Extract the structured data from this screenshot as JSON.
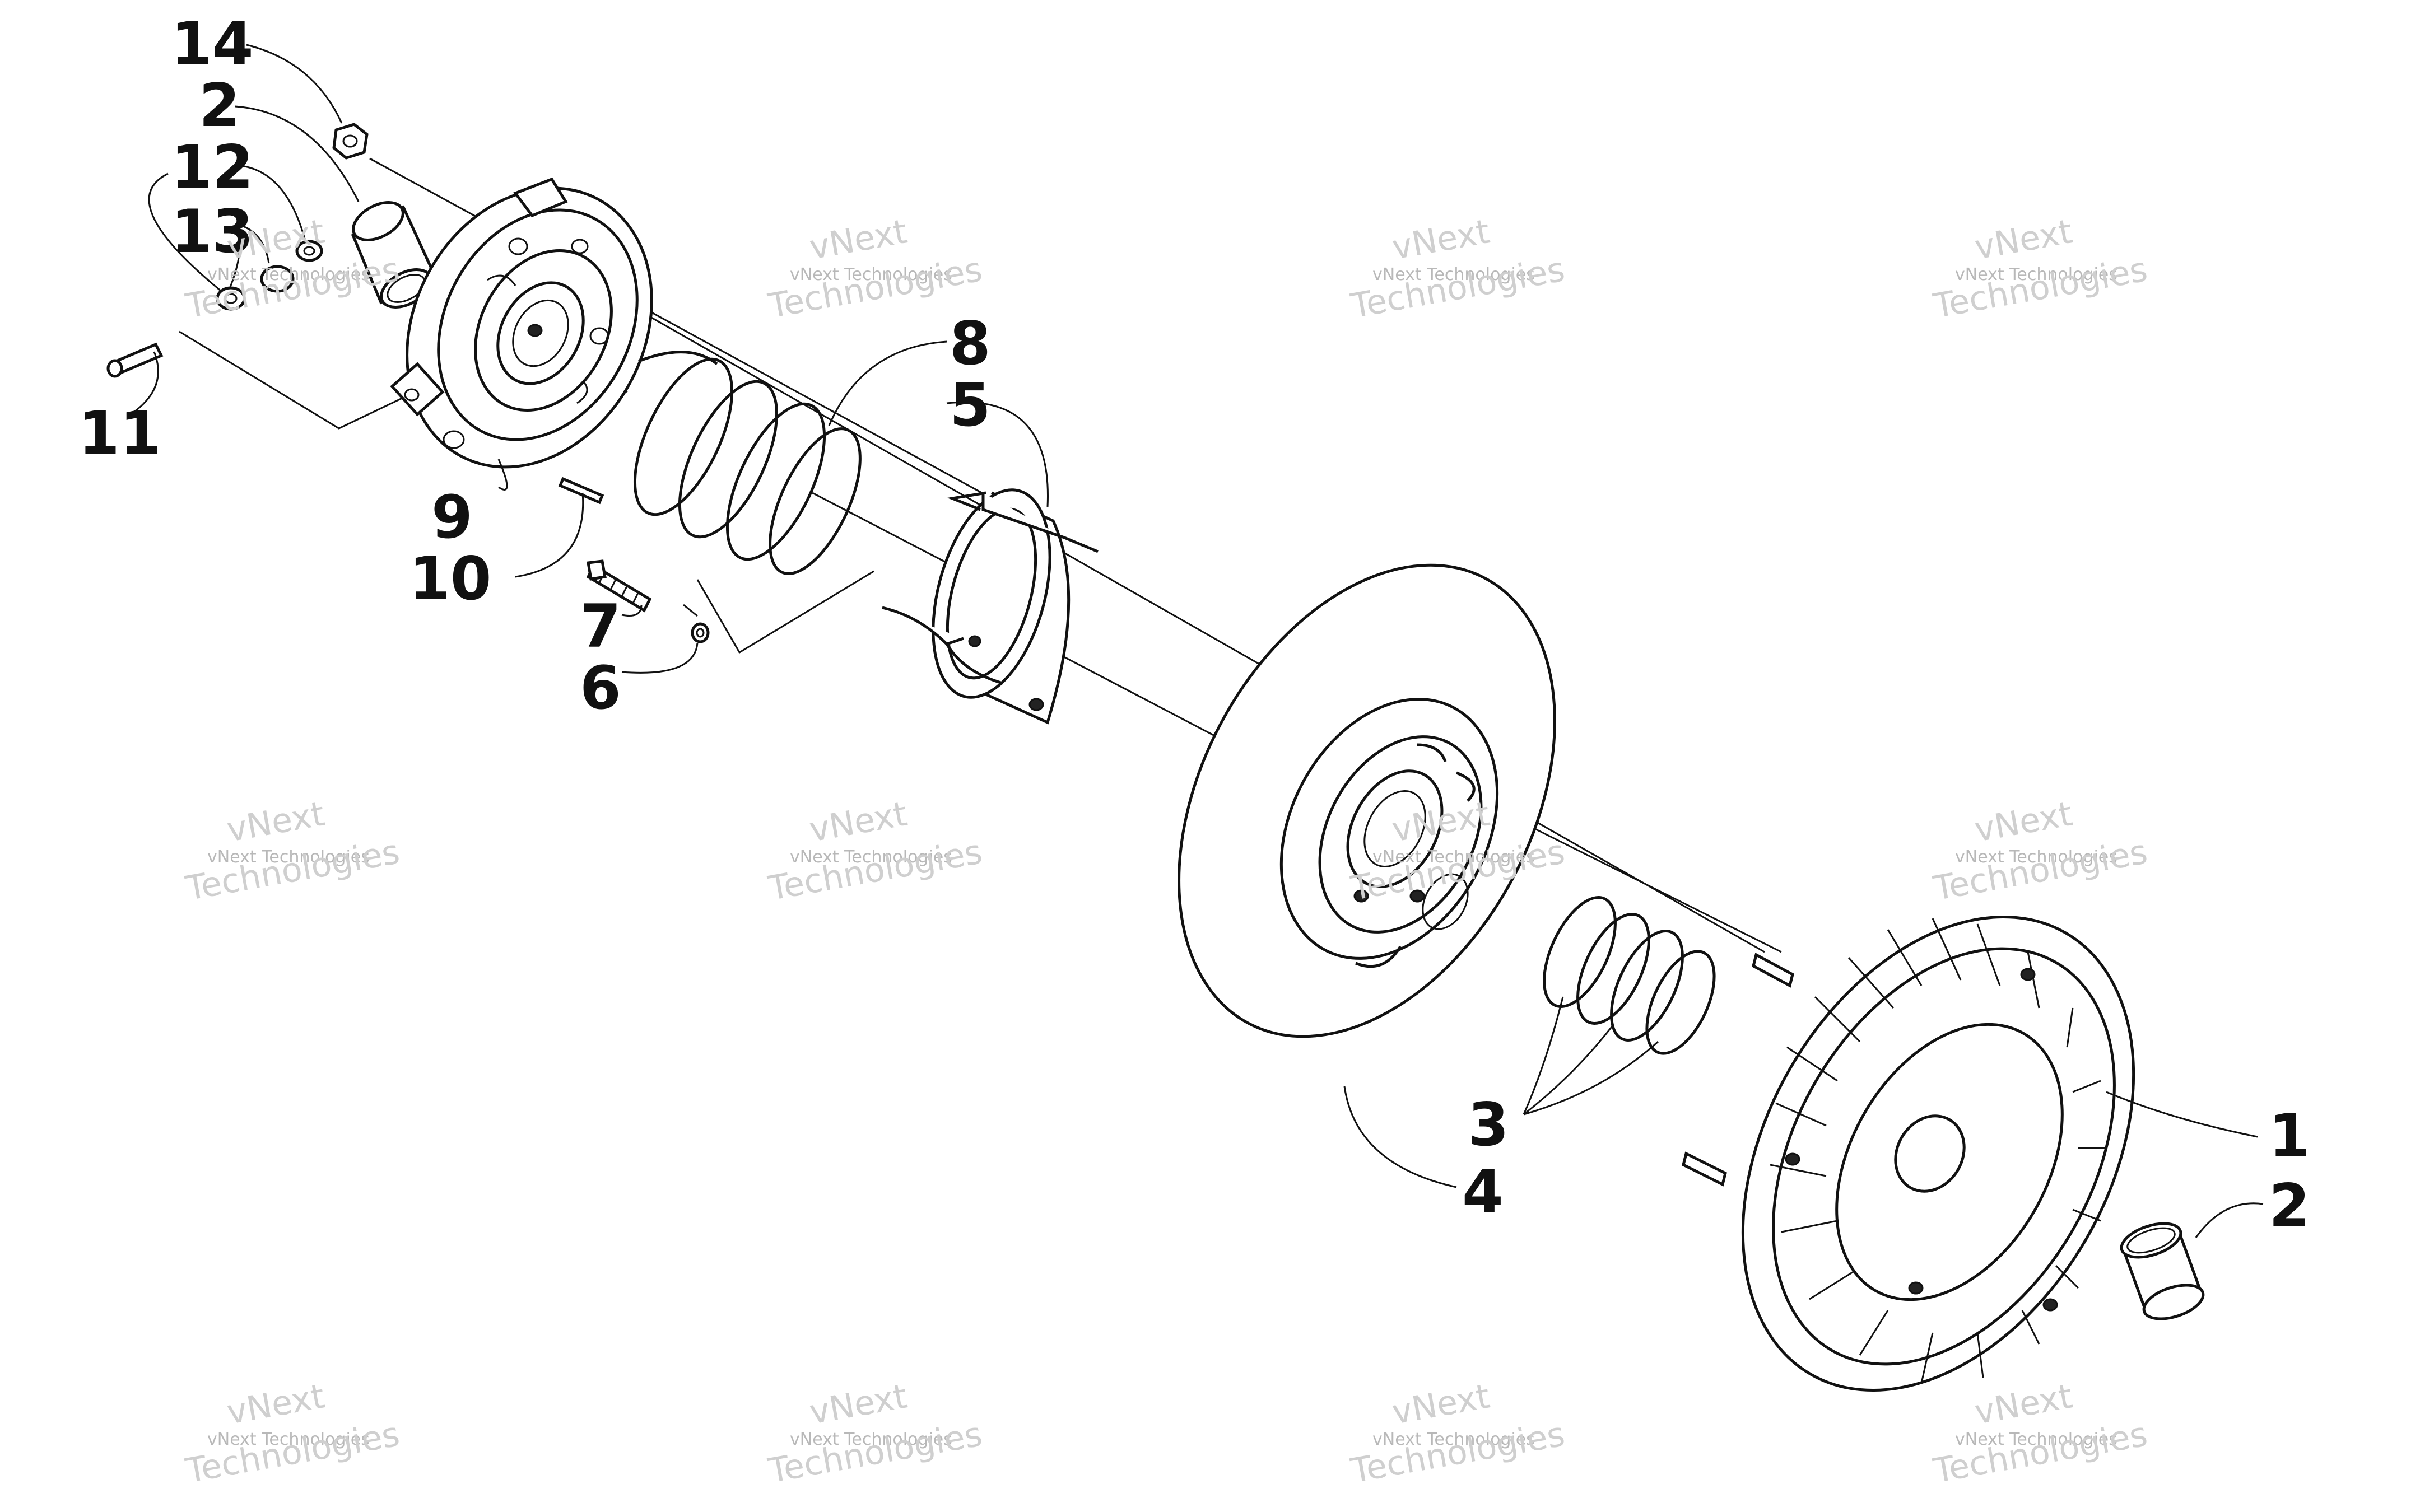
{
  "callouts": {
    "c14": "14",
    "c2_top": "2",
    "c12": "12",
    "c13": "13",
    "c11": "11",
    "c9": "9",
    "c10": "10",
    "c8": "8",
    "c5": "5",
    "c7": "7",
    "c6": "6",
    "c3": "3",
    "c4": "4",
    "c1": "1",
    "c2_bottom": "2"
  },
  "watermark": {
    "line1": "vNext Technologies",
    "line2": "vNext",
    "line3": "Technologies"
  }
}
